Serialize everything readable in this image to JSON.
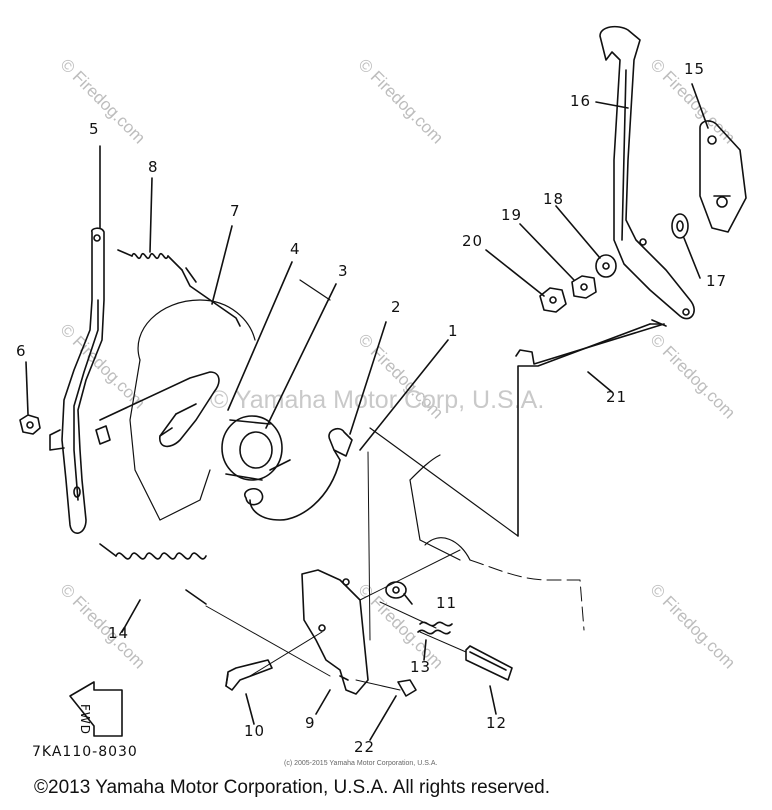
{
  "diagram": {
    "code": "7KA110-8030",
    "fwd_label": "FWD",
    "parts": [
      {
        "num": "1"
      },
      {
        "num": "2"
      },
      {
        "num": "3"
      },
      {
        "num": "4"
      },
      {
        "num": "5"
      },
      {
        "num": "6"
      },
      {
        "num": "7"
      },
      {
        "num": "8"
      },
      {
        "num": "9"
      },
      {
        "num": "10"
      },
      {
        "num": "11"
      },
      {
        "num": "12"
      },
      {
        "num": "13"
      },
      {
        "num": "14"
      },
      {
        "num": "15"
      },
      {
        "num": "16"
      },
      {
        "num": "17"
      },
      {
        "num": "18"
      },
      {
        "num": "19"
      },
      {
        "num": "20"
      },
      {
        "num": "21"
      },
      {
        "num": "22"
      }
    ]
  },
  "watermark": {
    "site": "© Firedog.com",
    "center": "© Yamaha Motor Corp, U.S.A."
  },
  "copyright": {
    "small": "(c) 2005-2015 Yamaha Motor Corporation, U.S.A.",
    "main": "©2013 Yamaha Motor Corporation, U.S.A. All rights reserved."
  }
}
